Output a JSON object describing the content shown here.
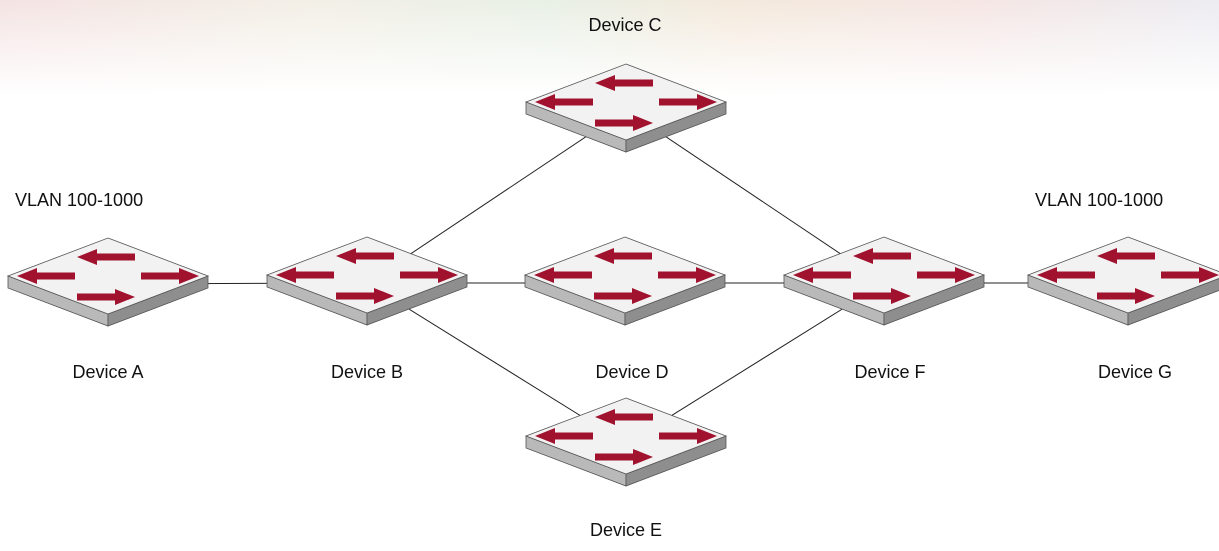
{
  "colors": {
    "switch_top": "#f2f2f2",
    "switch_side_left": "#b9b9b9",
    "switch_side_right": "#8e8e8e",
    "arrow": "#a0122e",
    "link": "#222222",
    "text": "#111111"
  },
  "icons": {
    "device": "switch-icon"
  },
  "devices": [
    {
      "id": "A",
      "label": "Device A"
    },
    {
      "id": "B",
      "label": "Device B"
    },
    {
      "id": "C",
      "label": "Device C"
    },
    {
      "id": "D",
      "label": "Device D"
    },
    {
      "id": "E",
      "label": "Device E"
    },
    {
      "id": "F",
      "label": "Device F"
    },
    {
      "id": "G",
      "label": "Device G"
    }
  ],
  "links": [
    {
      "from": "A",
      "to": "B"
    },
    {
      "from": "B",
      "to": "D"
    },
    {
      "from": "D",
      "to": "F"
    },
    {
      "from": "F",
      "to": "G"
    },
    {
      "from": "B",
      "to": "C"
    },
    {
      "from": "C",
      "to": "F"
    },
    {
      "from": "B",
      "to": "E"
    },
    {
      "from": "E",
      "to": "F"
    }
  ],
  "vlan_labels": {
    "left": "VLAN 100-1000",
    "right": "VLAN 100-1000"
  }
}
